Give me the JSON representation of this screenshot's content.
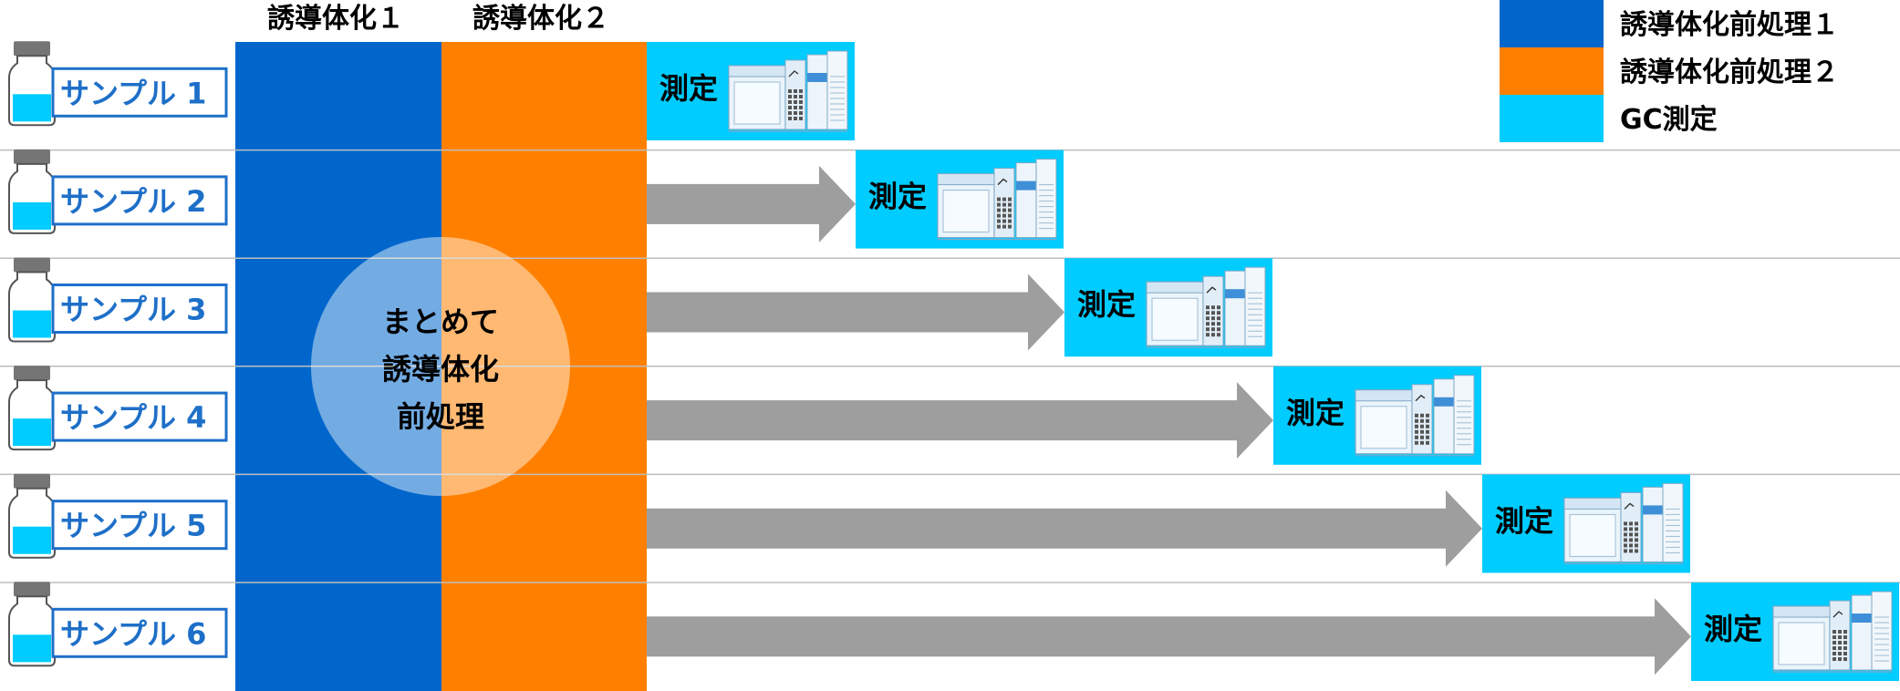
{
  "columns": {
    "derivatization_1": "誘導体化１",
    "derivatization_2": "誘導体化２"
  },
  "legend": [
    {
      "label": "誘導体化前処理１",
      "color": "#0066CC"
    },
    {
      "label": "誘導体化前処理２",
      "color": "#FF8000"
    },
    {
      "label": "GC測定",
      "color": "#00CCFF"
    }
  ],
  "samples": [
    {
      "label": "サンプル 1",
      "measure_label": "測定"
    },
    {
      "label": "サンプル 2",
      "measure_label": "測定"
    },
    {
      "label": "サンプル 3",
      "measure_label": "測定"
    },
    {
      "label": "サンプル 4",
      "measure_label": "測定"
    },
    {
      "label": "サンプル 5",
      "measure_label": "測定"
    },
    {
      "label": "サンプル 6",
      "measure_label": "測定"
    }
  ],
  "center_note": [
    "まとめて",
    "誘導体化",
    "前処理"
  ],
  "colors": {
    "blue": "#0066CC",
    "orange": "#FF8000",
    "cyan": "#00CCFF",
    "arrow": "#9E9E9E",
    "bottle_liquid": "#00CCFF",
    "label_border": "#1E6FC8",
    "label_text": "#1E6FC8"
  }
}
